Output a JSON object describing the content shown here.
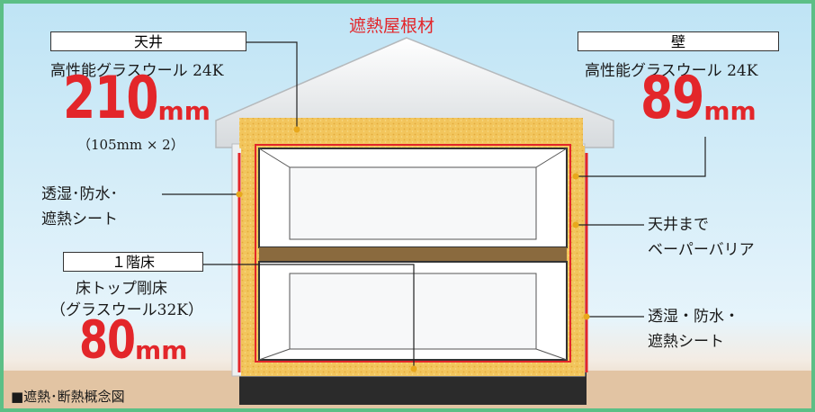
{
  "roof": {
    "label": "遮熱屋根材"
  },
  "ceiling": {
    "title": "天井",
    "spec": "高性能グラスウール 24K",
    "value": "210",
    "unit": "mm",
    "note": "（105mm × 2）"
  },
  "wall": {
    "title": "壁",
    "spec": "高性能グラスウール 24K",
    "value": "89",
    "unit": "mm"
  },
  "floor": {
    "title": "１階床",
    "spec": "床トップ剛床",
    "spec2": "（グラスウール32K）",
    "value": "80",
    "unit": "mm"
  },
  "sheet_left": {
    "line1": "透湿･防水･",
    "line2": "遮熱シート"
  },
  "barrier": {
    "line1": "天井まで",
    "line2": "ベーパーバリア"
  },
  "sheet_right": {
    "line1": "透湿・防水・",
    "line2": "遮熱シート"
  },
  "caption": "■遮熱･断熱概念図",
  "colors": {
    "accent": "#e3262a",
    "border": "#5cbf86",
    "insulation": "#f2c860",
    "floor_beam": "#8a6a3e"
  }
}
